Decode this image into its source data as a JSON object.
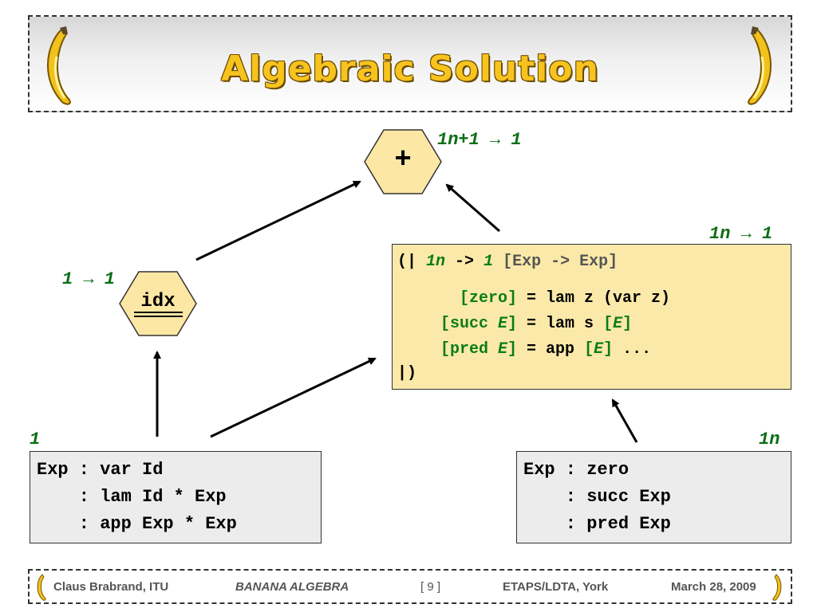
{
  "header": {
    "title": "Algebraic Solution"
  },
  "nodes": {
    "plus": {
      "symbol": "+",
      "label": "1n+1 → 1"
    },
    "idx": {
      "symbol": "idx",
      "label": "1 → 1"
    },
    "fold": {
      "label": "1n → 1"
    }
  },
  "fold_box": {
    "open": "(|",
    "sig_var": "1n",
    "sig_arrow": " -> ",
    "sig_target": "1",
    "sig_type": " [Exp -> Exp]",
    "zero_lhs": "[zero]",
    "zero_rhs": " = lam z (var z)",
    "succ_lhs_open": "[succ ",
    "succ_E": "E",
    "succ_lhs_close": "]",
    "succ_rhs": " = lam s ",
    "succ_rhs_open": "[",
    "succ_rhs_E": "E",
    "succ_rhs_close": "]",
    "pred_lhs_open": "[pred ",
    "pred_E": "E",
    "pred_lhs_close": "]",
    "pred_rhs": " = app ",
    "pred_rhs_open": "[",
    "pred_rhs_E": "E",
    "pred_rhs_close": "]",
    "pred_tail": " ...",
    "close": "|)"
  },
  "grammar_left": {
    "label": "1",
    "lines": [
      "Exp : var Id",
      "    : lam Id * Exp",
      "    : app Exp * Exp"
    ]
  },
  "grammar_right": {
    "label": "1n",
    "lines": [
      "Exp : zero",
      "    : succ Exp",
      "    : pred Exp"
    ]
  },
  "footer": {
    "author": "Claus Brabrand, ITU",
    "project": "BANANA ALGEBRA",
    "page": "[ 9 ]",
    "venue": "ETAPS/LDTA, York",
    "date": "March 28, 2009"
  },
  "colors": {
    "accent": "#f7c31e",
    "label_green": "#0a6e14",
    "fold_bg": "#fbe9a9",
    "hex_fill": "#fde7a5"
  },
  "icons": [
    "banana-left-icon",
    "banana-right-icon"
  ]
}
